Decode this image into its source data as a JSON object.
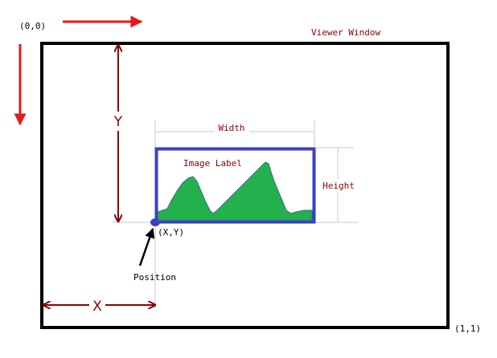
{
  "origin_label": "(0,0)",
  "end_label": "(1,1)",
  "window_label": "Viewer Window",
  "y_label": "Y",
  "x_label": "X",
  "width_label": "Width",
  "height_label": "Height",
  "image_label": "Image Label",
  "position_point_label": "(X,Y)",
  "position_label": "Position",
  "colors": {
    "axis_arrow": "#e8171d",
    "dimension_arrow": "#8b0000",
    "window_border": "#000000",
    "image_border": "#3a3fc4",
    "mountain": "#22b14c",
    "dimension_text": "#8b0000",
    "guide_line": "#c8c8c8",
    "position_dot": "#3a3fc4"
  }
}
